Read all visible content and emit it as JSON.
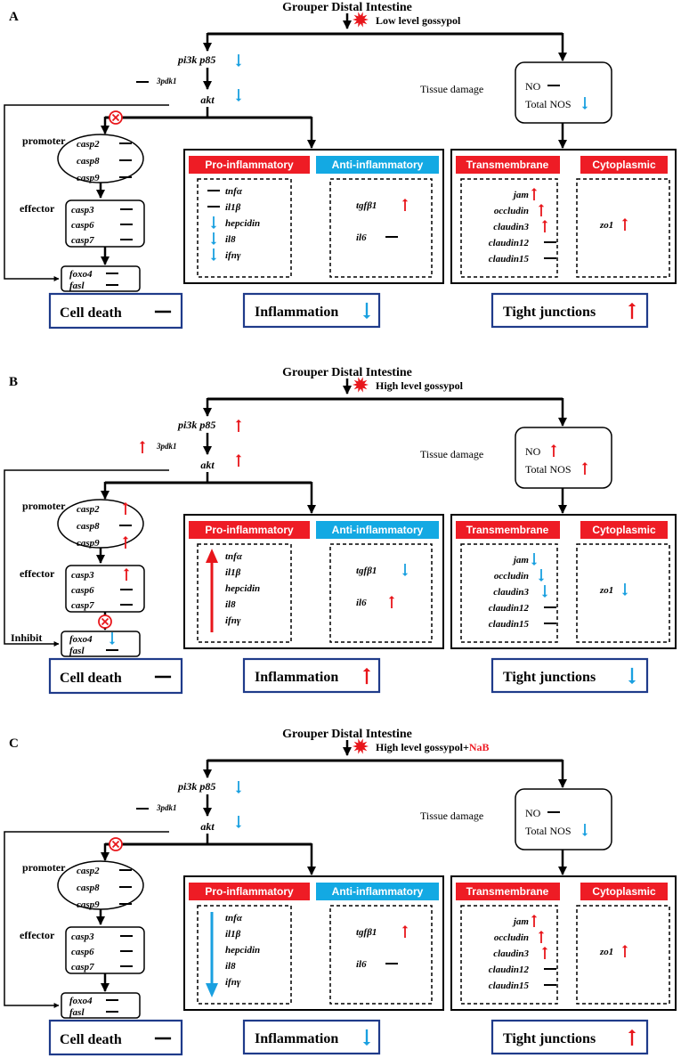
{
  "colors": {
    "up": "#e8161b",
    "down": "#1aa0e0",
    "navy": "#1f3b8a",
    "header_red": "#ee1c25",
    "header_blue": "#13a9e3",
    "label_red": "#ee1c25",
    "inhibit_blue": "#13a9e3"
  },
  "labels": {
    "title": "Grouper Distal Intestine",
    "pi3k": "pi3k p85",
    "pdk1": "3pdk1",
    "akt": "akt",
    "promoter": "promoter",
    "effector": "effector",
    "casp2": "casp2",
    "casp8": "casp8",
    "casp9": "casp9",
    "casp3": "casp3",
    "casp6": "casp6",
    "casp7": "casp7",
    "foxo4": "foxo4",
    "fasl": "fasl",
    "cell_death": "Cell death",
    "pro": "Pro-inflammatory",
    "anti": "Anti-inflammatory",
    "tnfa": "tnfα",
    "il1b": "il1β",
    "hepcidin": "hepcidin",
    "il8": "il8",
    "ifng": "ifnγ",
    "tgfb1": "tgfβ1",
    "il6": "il6",
    "inflammation": "Inflammation",
    "tissue_damage": "Tissue damage",
    "no": "NO",
    "total_nos": "Total NOS",
    "transmembrane": "Transmembrane",
    "cytoplasmic": "Cytoplasmic",
    "jam": "jam",
    "occludin": "occludin",
    "claudin3": "claudin3",
    "claudin12": "claudin12",
    "claudin15": "claudin15",
    "zo1": "zo1",
    "tight": "Tight junctions",
    "inhibit": "Inhibit"
  },
  "panels": [
    {
      "letter": "A",
      "condition": "Low level gossypol",
      "condition_extra": "",
      "pi3k": "down",
      "pdk1": "none",
      "akt": "down",
      "inhibit_promoter": true,
      "inhibit_foxo": false,
      "casp2": "none",
      "casp8": "none",
      "casp9": "none",
      "casp3": "none",
      "casp6": "none",
      "casp7": "none",
      "foxo4": "none",
      "fasl": "none",
      "cell_death": "none",
      "pro_mode": "individual",
      "tnfa": "none",
      "il1b": "none",
      "hepcidin": "down",
      "il8": "down",
      "ifng": "down",
      "tgfb1": "up",
      "il6": "none",
      "inflammation": "down",
      "no": "none",
      "total_nos": "down",
      "jam": "up",
      "occludin": "up",
      "claudin3": "up",
      "claudin12": "none",
      "claudin15": "none",
      "zo1": "up",
      "tight": "up"
    },
    {
      "letter": "B",
      "condition": "High level gossypol",
      "condition_extra": "",
      "pi3k": "up",
      "pdk1": "up",
      "akt": "up",
      "inhibit_promoter": false,
      "inhibit_foxo": true,
      "casp2": "up",
      "casp8": "none",
      "casp9": "up",
      "casp3": "up",
      "casp6": "none",
      "casp7": "none",
      "foxo4": "down",
      "fasl": "none",
      "cell_death": "none",
      "pro_mode": "up",
      "tnfa": "",
      "il1b": "",
      "hepcidin": "",
      "il8": "",
      "ifng": "",
      "tgfb1": "down",
      "il6": "up",
      "inflammation": "up",
      "no": "up",
      "total_nos": "up",
      "jam": "down",
      "occludin": "down",
      "claudin3": "down",
      "claudin12": "none",
      "claudin15": "none",
      "zo1": "down",
      "tight": "down"
    },
    {
      "letter": "C",
      "condition": "High level gossypol+",
      "condition_extra": "NaB",
      "pi3k": "down",
      "pdk1": "none",
      "akt": "down",
      "inhibit_promoter": true,
      "inhibit_foxo": false,
      "casp2": "none",
      "casp8": "none",
      "casp9": "none",
      "casp3": "none",
      "casp6": "none",
      "casp7": "none",
      "foxo4": "none",
      "fasl": "none",
      "cell_death": "none",
      "pro_mode": "down",
      "tnfa": "",
      "il1b": "",
      "hepcidin": "",
      "il8": "",
      "ifng": "",
      "tgfb1": "up",
      "il6": "none",
      "inflammation": "down",
      "no": "none",
      "total_nos": "down",
      "jam": "up",
      "occludin": "up",
      "claudin3": "up",
      "claudin12": "none",
      "claudin15": "none",
      "zo1": "up",
      "tight": "up"
    }
  ]
}
